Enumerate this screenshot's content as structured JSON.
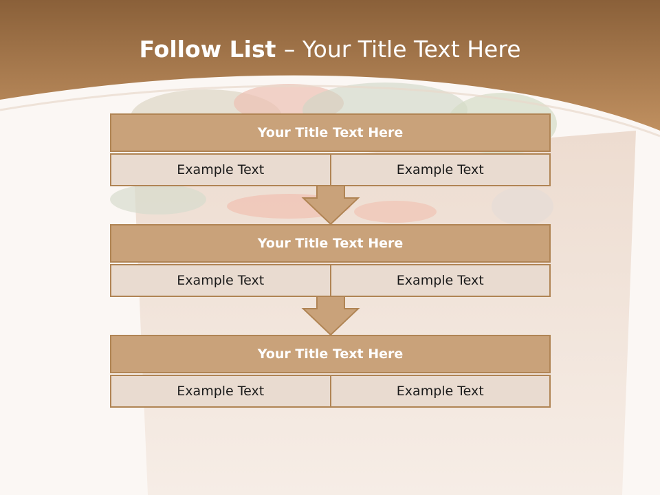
{
  "slide": {
    "title_bold": "Follow List ",
    "title_rest": " – Your Title Text Here",
    "colors": {
      "header_band": "#b07c48",
      "box_title_fill": "#c9a27a",
      "box_cell_fill": "#e9dbd0",
      "box_border": "#b08454",
      "arrow_fill": "#c9a27a"
    },
    "steps": [
      {
        "title": "Your Title Text Here",
        "cells": [
          "Example Text",
          "Example Text"
        ]
      },
      {
        "title": "Your Title Text Here",
        "cells": [
          "Example Text",
          "Example Text"
        ]
      },
      {
        "title": "Your Title Text Here",
        "cells": [
          "Example Text",
          "Example Text"
        ]
      }
    ]
  }
}
